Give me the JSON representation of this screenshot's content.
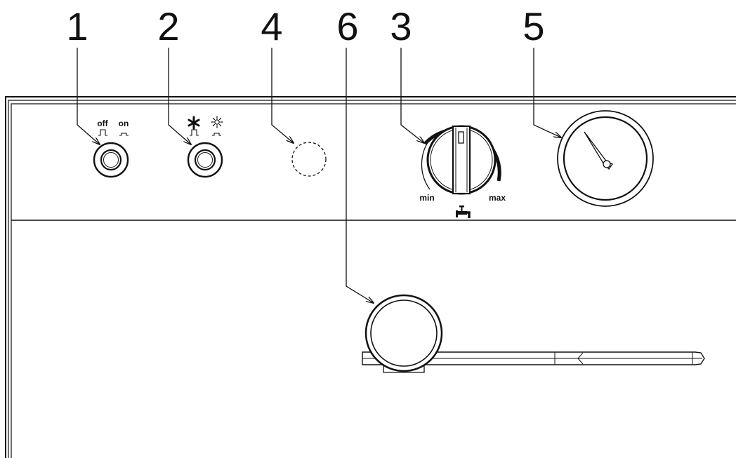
{
  "colors": {
    "ink": "#111111",
    "background": "#ffffff"
  },
  "callouts": [
    {
      "id": "1",
      "label": "1"
    },
    {
      "id": "2",
      "label": "2"
    },
    {
      "id": "4",
      "label": "4"
    },
    {
      "id": "6",
      "label": "6"
    },
    {
      "id": "3",
      "label": "3"
    },
    {
      "id": "5",
      "label": "5"
    }
  ],
  "switch_power": {
    "off_label": "off",
    "on_label": "on"
  },
  "switch_mode": {
    "winter_icon": "snowflake-icon",
    "summer_icon": "sun-icon"
  },
  "knob_hot_water": {
    "min_label": "min",
    "max_label": "max",
    "icon": "faucet-icon"
  },
  "gauge_icon": "pressure-gauge-icon"
}
